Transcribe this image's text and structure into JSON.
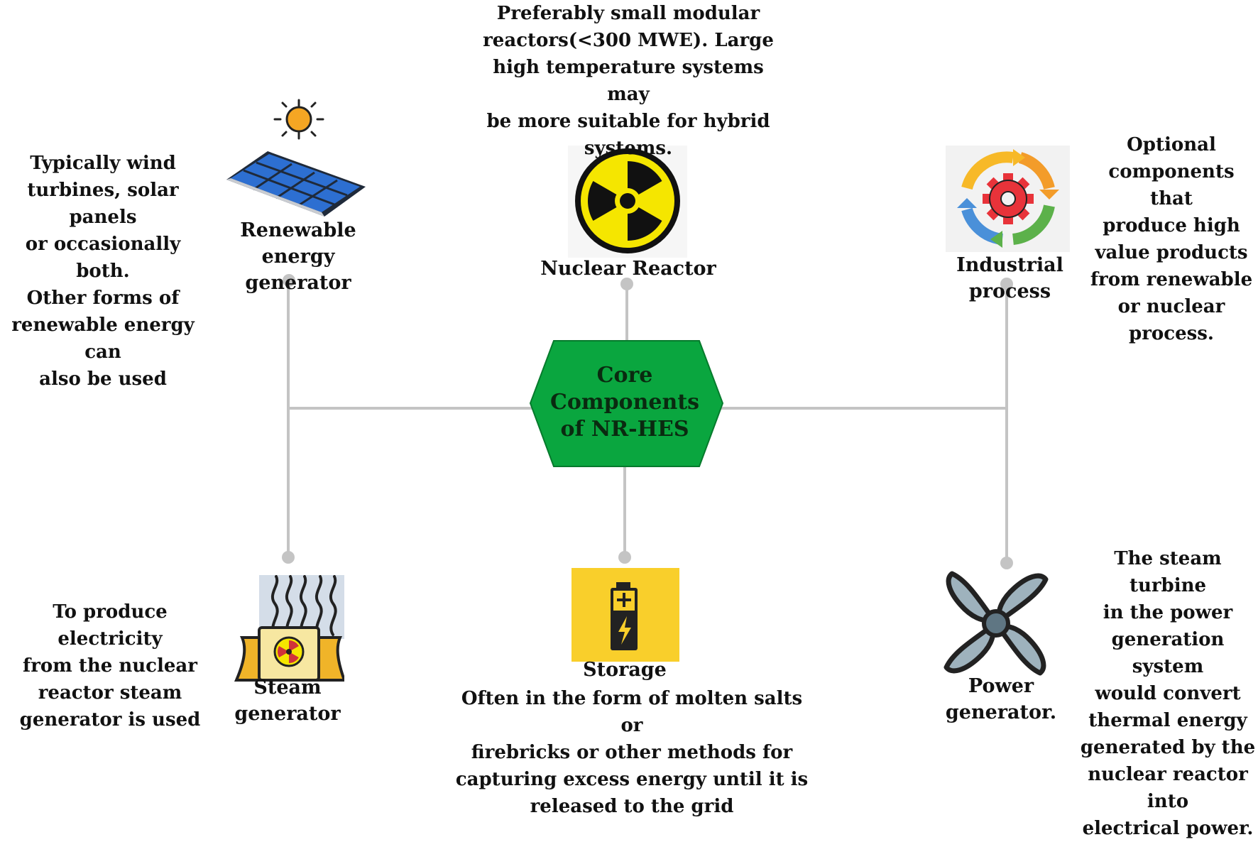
{
  "colors": {
    "hexagon_fill": "#0aa63f",
    "connector": "#c4c4c4",
    "battery_bg": "#f9cf2b",
    "solar_blue": "#2d6fd1",
    "radiation_yellow": "#f5e600"
  },
  "center": {
    "title": "Core\nComponents\nof NR-HES"
  },
  "nodes": {
    "renewable": {
      "label": "Renewable energy\ngenerator",
      "icon": "solar-panel-icon",
      "description": "Typically wind\nturbines, solar panels\nor occasionally both.\nOther forms of\nrenewable energy can\nalso be used"
    },
    "nuclear": {
      "label": "Nuclear Reactor",
      "icon": "radiation-icon",
      "description": "Preferably small modular\nreactors(<300 MWE). Large\nhigh temperature systems may\nbe more suitable for hybrid\nsystems."
    },
    "industrial": {
      "label": "Industrial process",
      "icon": "gear-cycle-icon",
      "description": "Optional\ncomponents that\nproduce high\nvalue products\nfrom renewable\nor nuclear\nprocess."
    },
    "steam": {
      "label": "Steam generator",
      "icon": "cooling-tower-icon",
      "description": "To produce electricity\nfrom the nuclear\nreactor steam\ngenerator is used"
    },
    "storage": {
      "label": "Storage",
      "icon": "battery-icon",
      "description": "Often in the form of molten salts or\nfirebricks or other methods for\ncapturing  excess energy until it is\nreleased to the grid"
    },
    "power": {
      "label": "Power generator.",
      "icon": "turbine-fan-icon",
      "description": "The steam turbine\nin the power\ngeneration system\nwould convert\nthermal energy\ngenerated by the\nnuclear reactor into\nelectrical power."
    }
  }
}
